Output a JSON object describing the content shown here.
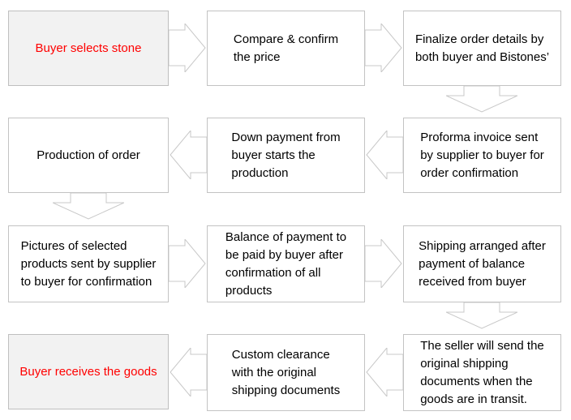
{
  "flow": {
    "colors": {
      "background": "#ffffff",
      "box_fill": "#ffffff",
      "box_border": "#c3c3c3",
      "highlight_fill": "#f2f2f2",
      "highlight_text": "#ff0000",
      "text": "#000000",
      "arrow_outline": "#c8c8c8"
    },
    "steps": [
      {
        "id": "buyer-selects-stone",
        "label": "Buyer selects stone",
        "highlighted": true
      },
      {
        "id": "compare-confirm-price",
        "label": "Compare & confirm\nthe price",
        "highlighted": false
      },
      {
        "id": "finalize-order-details",
        "label": "Finalize order details by\nboth buyer and Bistones’",
        "highlighted": false
      },
      {
        "id": "proforma-invoice",
        "label": "Proforma invoice sent\nby supplier to buyer for\norder confirmation",
        "highlighted": false
      },
      {
        "id": "down-payment",
        "label": "Down payment from\nbuyer starts the\nproduction",
        "highlighted": false
      },
      {
        "id": "production-of-order",
        "label": "Production of order",
        "highlighted": false
      },
      {
        "id": "pictures-of-selected-products",
        "label": "Pictures of selected\nproducts sent by supplier\nto buyer for confirmation",
        "highlighted": false
      },
      {
        "id": "balance-of-payment",
        "label": "Balance of payment to\nbe paid by buyer after\nconfirmation of all\nproducts",
        "highlighted": false
      },
      {
        "id": "shipping-arranged",
        "label": "Shipping arranged after\npayment of balance\nreceived from buyer",
        "highlighted": false
      },
      {
        "id": "seller-sends-documents",
        "label": "The seller will send the\noriginal shipping\ndocuments when the\ngoods are in transit.",
        "highlighted": false
      },
      {
        "id": "custom-clearance",
        "label": "Custom clearance\nwith the original\nshipping documents",
        "highlighted": false
      },
      {
        "id": "buyer-receives-goods",
        "label": "Buyer receives the goods",
        "highlighted": true
      }
    ],
    "connections": [
      {
        "from": "buyer-selects-stone",
        "to": "compare-confirm-price",
        "direction": "right"
      },
      {
        "from": "compare-confirm-price",
        "to": "finalize-order-details",
        "direction": "right"
      },
      {
        "from": "finalize-order-details",
        "to": "proforma-invoice",
        "direction": "down"
      },
      {
        "from": "proforma-invoice",
        "to": "down-payment",
        "direction": "left"
      },
      {
        "from": "down-payment",
        "to": "production-of-order",
        "direction": "left"
      },
      {
        "from": "production-of-order",
        "to": "pictures-of-selected-products",
        "direction": "down"
      },
      {
        "from": "pictures-of-selected-products",
        "to": "balance-of-payment",
        "direction": "right"
      },
      {
        "from": "balance-of-payment",
        "to": "shipping-arranged",
        "direction": "right"
      },
      {
        "from": "shipping-arranged",
        "to": "seller-sends-documents",
        "direction": "down"
      },
      {
        "from": "seller-sends-documents",
        "to": "custom-clearance",
        "direction": "left"
      },
      {
        "from": "custom-clearance",
        "to": "buyer-receives-goods",
        "direction": "left"
      }
    ]
  }
}
